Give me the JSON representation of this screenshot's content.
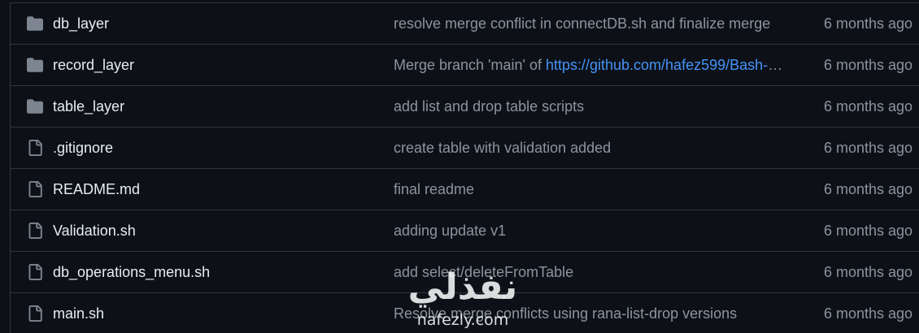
{
  "files": [
    {
      "icon": "folder-icon",
      "name": "db_layer",
      "commit": "resolve merge conflict in connectDB.sh and finalize merge",
      "commit_link": "",
      "age": "6 months ago"
    },
    {
      "icon": "folder-icon",
      "name": "record_layer",
      "commit": "Merge branch 'main' of ",
      "commit_link": "https://github.com/hafez599/Bash-D…",
      "age": "6 months ago"
    },
    {
      "icon": "folder-icon",
      "name": "table_layer",
      "commit": "add list and drop table scripts",
      "commit_link": "",
      "age": "6 months ago"
    },
    {
      "icon": "file-icon",
      "name": ".gitignore",
      "commit": "create table with validation added",
      "commit_link": "",
      "age": "6 months ago"
    },
    {
      "icon": "file-icon",
      "name": "README.md",
      "commit": "final readme",
      "commit_link": "",
      "age": "6 months ago"
    },
    {
      "icon": "file-icon",
      "name": "Validation.sh",
      "commit": "adding update v1",
      "commit_link": "",
      "age": "6 months ago"
    },
    {
      "icon": "file-icon",
      "name": "db_operations_menu.sh",
      "commit": "add select/deleteFromTable",
      "commit_link": "",
      "age": "6 months ago"
    },
    {
      "icon": "file-icon",
      "name": "main.sh",
      "commit": "Resolve merge conflicts using rana-list-drop versions",
      "commit_link": "",
      "age": "6 months ago"
    }
  ],
  "watermark": {
    "arabic": "نفذلي",
    "latin": "nafezly.com"
  },
  "colors": {
    "background": "#0d1117",
    "border": "#30363d",
    "icon": "#7d8590",
    "link": "#4493f8",
    "muted": "#8b949e",
    "text": "#e6edf3"
  }
}
